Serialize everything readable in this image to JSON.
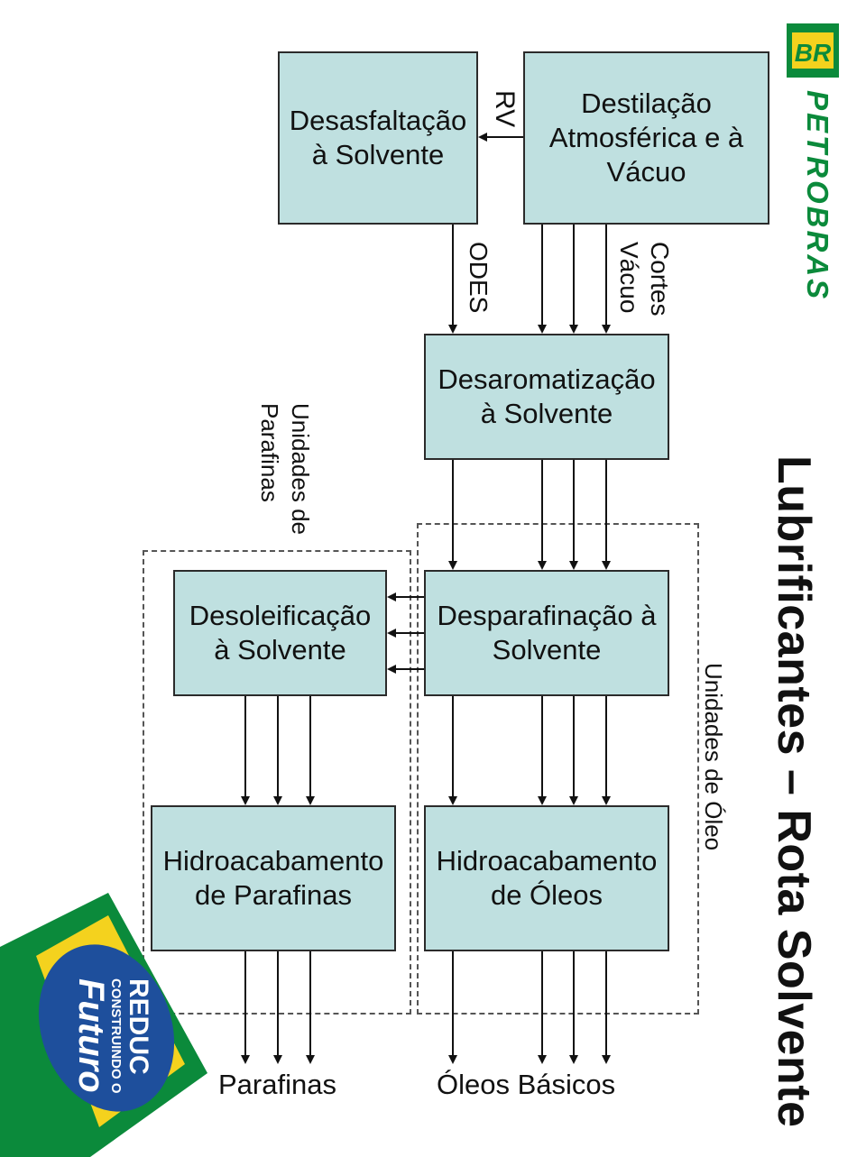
{
  "title": "Lubrificantes – Rota Solvente",
  "logo": {
    "mark": "BR",
    "name": "PETROBRAS",
    "icon": "petrobras-br-icon"
  },
  "badge": {
    "line1": "REDUC",
    "line2": "CONSTRUINDO O",
    "line3": "Futuro",
    "icon": "reduc-flag-icon"
  },
  "boxes": {
    "destilacao": "Destilação\nAtmosférica e à\nVácuo",
    "desasfaltacao": "Desasfaltação\nà Solvente",
    "desaromatizacao": "Desaromatização\nà Solvente",
    "desparafinacao": "Desparafinação à\nSolvente",
    "hidro_oleos": "Hidroacabamento\nde Óleos",
    "desoleificacao": "Desoleificação\nà Solvente",
    "hidro_parafinas": "Hidroacabamento\nde Parafinas"
  },
  "labels": {
    "rv": "RV",
    "odes": "ODES",
    "cortes": "Cortes\nVácuo",
    "unidades_parafinas": "Unidades de\nParafinas",
    "unidades_oleo": "Unidades de Óleo",
    "oleos_basicos": "Óleos Básicos",
    "parafinas": "Parafinas"
  },
  "colors": {
    "box_fill": "#bfe0e0",
    "green": "#0b8a3b",
    "yellow": "#f4d21e",
    "blue": "#1e4f9c"
  }
}
